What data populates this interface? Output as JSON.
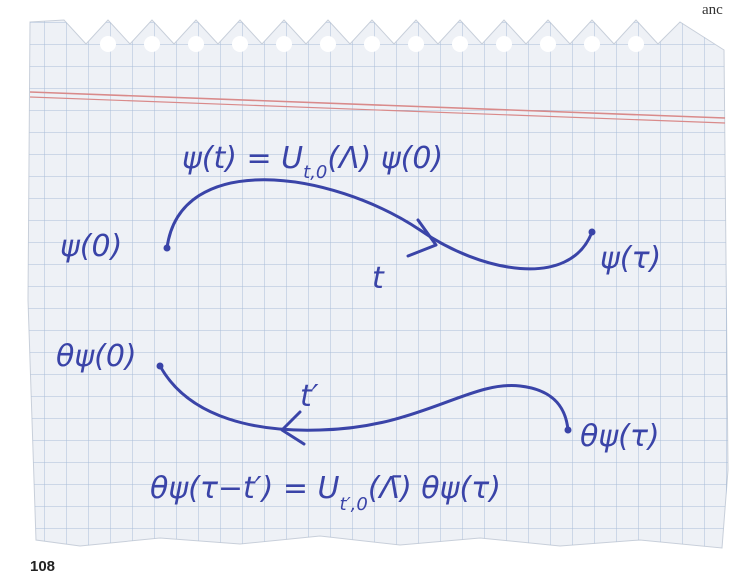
{
  "corner_text": "anc",
  "page_number": "108",
  "colors": {
    "ink": "#3a44a8",
    "paper": "#eef1f6",
    "grid": "#a9bdd8",
    "margin_line": "#d98a8a"
  },
  "forward": {
    "equation": {
      "lhs": "ψ(t) = ",
      "op": "U",
      "sub": "t,0",
      "rhs": "(Λ) ψ(0)"
    },
    "start_label": "ψ(0)",
    "end_label": "ψ(τ)",
    "time_label": "t"
  },
  "reverse": {
    "start_label": "θψ(0)",
    "end_label": "θψ(τ)",
    "time_label": "t′",
    "equation": {
      "lhs": "θψ(τ−t′) = ",
      "op": "U",
      "sub": "t′,0",
      "rhs": "(Λ̄) θψ(τ)"
    }
  }
}
